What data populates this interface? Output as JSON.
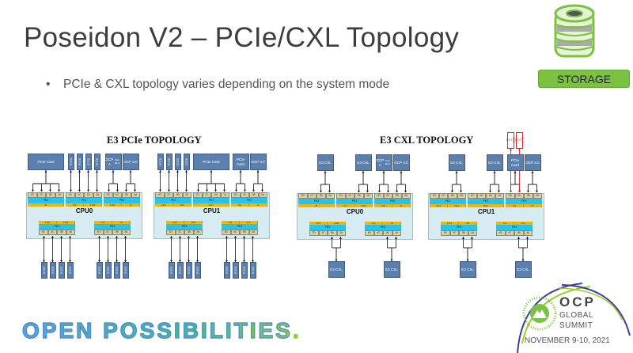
{
  "title": "Poseidon V2 – PCIe/CXL Topology",
  "bullet": "PCIe & CXL topology varies depending on the system mode",
  "badge": {
    "label": "STORAGE",
    "icon": "storage-cylinder-icon"
  },
  "footer": {
    "tagline": "OPEN POSSIBILITIES",
    "tagline_period": ".",
    "event": {
      "name": "OCP",
      "line2": "GLOBAL",
      "line3": "SUMMIT",
      "date": "NOVEMBER 9-10, 2021"
    }
  },
  "colors": {
    "device": "#5c80ad",
    "port": "#d8d1a8",
    "pe": "#26c3ee",
    "connector": "#f3b600",
    "cpu": "#d6ecf2",
    "accent": "#7cc242",
    "red": "#e0262a"
  },
  "diagrams": [
    {
      "title": "E3  PCIe TOPOLOGY",
      "panels": [
        {
          "cpu": "CPU0",
          "top": [
            {
              "pe": "PE2",
              "ports": [
                "2D",
                "2C",
                "2B",
                "2A"
              ],
              "conn": [
                "J6"
              ]
            },
            {
              "pe": "PE1",
              "ports": [
                "1D",
                "1C",
                "1B",
                "1A"
              ],
              "conn": [
                "J74",
                "J108"
              ]
            },
            {
              "pe": "PE0",
              "ports": [
                "0D",
                "0C",
                "0B",
                "0A"
              ],
              "conn": [
                "J152",
                "J1"
              ]
            }
          ],
          "bottom": [
            {
              "pe": "PE3",
              "ports": [
                "3D",
                "3C",
                "3B",
                "3A"
              ],
              "conn": [
                "J107",
                "J106"
              ]
            },
            {
              "pe": "PE4",
              "ports": [
                "4D",
                "4C",
                "4B",
                "4A"
              ],
              "conn": [
                "J10",
                "J9"
              ]
            }
          ],
          "top_devices": [
            {
              "label": "PCIe Card",
              "g": 0,
              "p": [
                0,
                1,
                2,
                3
              ]
            },
            {
              "label": "E3.S",
              "g": 1,
              "p": [
                0
              ]
            },
            {
              "label": "E3.S",
              "g": 1,
              "p": [
                1
              ]
            },
            {
              "label": "E3.S",
              "g": 1,
              "p": [
                2
              ]
            },
            {
              "label": "E3.S",
              "g": 1,
              "p": [
                3
              ]
            },
            {
              "label": "OCP A",
              "sub": "from MLS",
              "g": 2,
              "p": [
                0,
                1
              ]
            },
            {
              "label": "OCP 3.0",
              "g": 2,
              "p": [
                2,
                3
              ]
            }
          ],
          "bottom_devices": [
            {
              "label": "E3.S",
              "g": 0,
              "p": [
                0
              ]
            },
            {
              "label": "E3.S",
              "g": 0,
              "p": [
                1
              ]
            },
            {
              "label": "E3.S",
              "g": 0,
              "p": [
                2
              ]
            },
            {
              "label": "E3.S",
              "g": 0,
              "p": [
                3
              ]
            },
            {
              "label": "E3.S",
              "g": 1,
              "p": [
                0
              ]
            },
            {
              "label": "E3.S",
              "g": 1,
              "p": [
                1
              ]
            },
            {
              "label": "E3.S",
              "g": 1,
              "p": [
                2
              ]
            },
            {
              "label": "E3.S",
              "g": 1,
              "p": [
                3
              ]
            }
          ]
        },
        {
          "cpu": "CPU1",
          "top": [
            {
              "pe": "PE2",
              "ports": [
                "2D",
                "2C",
                "2B",
                "2A"
              ],
              "conn": [
                "J113",
                "J112"
              ]
            },
            {
              "pe": "PE1",
              "ports": [
                "1D",
                "1C",
                "1B",
                "1A"
              ],
              "conn": [
                "J101"
              ]
            },
            {
              "pe": "PE0",
              "ports": [
                "0D",
                "0C",
                "0B",
                "0A"
              ],
              "conn": [
                "J21",
                "J2"
              ]
            }
          ],
          "bottom": [
            {
              "pe": "PE3",
              "ports": [
                "3D",
                "3C",
                "3B",
                "3A"
              ],
              "conn": [
                "J151",
                "J82"
              ]
            },
            {
              "pe": "PE4",
              "ports": [
                "4D",
                "4C",
                "4B",
                "4A"
              ],
              "conn": [
                "J31",
                "J16"
              ]
            }
          ],
          "top_devices": [
            {
              "label": "E3.S",
              "g": 0,
              "p": [
                0
              ]
            },
            {
              "label": "E3.S",
              "g": 0,
              "p": [
                1
              ]
            },
            {
              "label": "E3.S",
              "g": 0,
              "p": [
                2
              ]
            },
            {
              "label": "E3.S",
              "g": 0,
              "p": [
                3
              ]
            },
            {
              "label": "PCIe Card",
              "g": 1,
              "p": [
                0,
                1,
                2,
                3
              ]
            },
            {
              "label": "PCIe Card",
              "g": 2,
              "p": [
                0,
                1
              ]
            },
            {
              "label": "OCP 3.0",
              "g": 2,
              "p": [
                2,
                3
              ]
            }
          ],
          "bottom_devices": [
            {
              "label": "E3.S",
              "g": 0,
              "p": [
                0
              ]
            },
            {
              "label": "E3.S",
              "g": 0,
              "p": [
                1
              ]
            },
            {
              "label": "E3.S",
              "g": 0,
              "p": [
                2
              ]
            },
            {
              "label": "E3.S",
              "g": 0,
              "p": [
                3
              ]
            },
            {
              "label": "E3.S",
              "g": 1,
              "p": [
                0
              ]
            },
            {
              "label": "E3.S",
              "g": 1,
              "p": [
                1
              ]
            },
            {
              "label": "E3.S",
              "g": 1,
              "p": [
                2
              ]
            },
            {
              "label": "E3.S",
              "g": 1,
              "p": [
                3
              ]
            }
          ]
        }
      ]
    },
    {
      "title": "E3  CXL TOPOLOGY",
      "panels": [
        {
          "cpu": "CPU0",
          "top": [
            {
              "pe": "PE2",
              "ports": [
                "2D",
                "2C",
                "2B",
                "2A"
              ],
              "conn": [
                "J6"
              ]
            },
            {
              "pe": "PE1",
              "ports": [
                "1D",
                "1C",
                "1B",
                "1A"
              ],
              "conn": [
                "J74",
                "J108"
              ]
            },
            {
              "pe": "PE0",
              "ports": [
                "0D",
                "0C",
                "0B",
                "0A"
              ],
              "conn": [
                "J152",
                "J1"
              ]
            }
          ],
          "bottom": [
            {
              "pe": "PE3",
              "ports": [
                "3D",
                "3C",
                "3B",
                "3A"
              ],
              "conn": [
                "J107",
                "J106"
              ]
            },
            {
              "pe": "PE4",
              "ports": [
                "4D",
                "4C",
                "4B",
                "4A"
              ],
              "conn": [
                "J10",
                "J9"
              ]
            }
          ],
          "top_devices": [
            {
              "label": "E3 CXL",
              "g": 0,
              "p": [
                2,
                3
              ]
            },
            {
              "label": "E3 CXL",
              "g": 1,
              "p": [
                2,
                3
              ]
            },
            {
              "label": "OCP A",
              "sub": "from MLS",
              "g": 2,
              "p": [
                0,
                1
              ]
            },
            {
              "label": "OCP 3.0",
              "g": 2,
              "p": [
                2,
                3
              ]
            }
          ],
          "bottom_devices": [
            {
              "label": "E3 CXL",
              "g": 0,
              "p": [
                2,
                3
              ]
            },
            {
              "label": "E3 CXL",
              "g": 1,
              "p": [
                2,
                3
              ]
            }
          ]
        },
        {
          "cpu": "CPU1",
          "top": [
            {
              "pe": "PE2",
              "ports": [
                "2D",
                "2C",
                "2B",
                "2A"
              ],
              "conn": [
                "J113",
                "J112"
              ]
            },
            {
              "pe": "PE1",
              "ports": [
                "1D",
                "1C",
                "1B",
                "1A"
              ],
              "conn": [
                "J101"
              ]
            },
            {
              "pe": "PE0",
              "ports": [
                "0D",
                "0C",
                "0B",
                "0A"
              ],
              "conn": [
                "J21",
                "J2"
              ]
            }
          ],
          "bottom": [
            {
              "pe": "PE3",
              "ports": [
                "3D",
                "3C",
                "3B",
                "3A"
              ],
              "conn": [
                "J151",
                "J82"
              ]
            },
            {
              "pe": "PE4",
              "ports": [
                "4D",
                "4C",
                "4B",
                "4A"
              ],
              "conn": [
                "J31",
                "J16"
              ]
            }
          ],
          "top_devices": [
            {
              "label": "E3 CXL",
              "g": 0,
              "p": [
                2,
                3
              ]
            },
            {
              "label": "E3 CXL",
              "g": 1,
              "p": [
                2,
                3
              ]
            },
            {
              "label": "PCIe Card",
              "g": 2,
              "p": [
                0,
                1
              ]
            },
            {
              "label": "OCP 3.0",
              "g": 2,
              "p": [
                2,
                3
              ]
            }
          ],
          "red_devices": [
            {
              "label": "E3.S",
              "sub": "1T x4",
              "g": 2,
              "p": [
                0
              ]
            },
            {
              "label": "E3.S",
              "sub": "1T x4",
              "g": 2,
              "p": [
                1
              ]
            }
          ],
          "bottom_devices": [
            {
              "label": "E3 CXL",
              "g": 0,
              "p": [
                2,
                3
              ]
            },
            {
              "label": "E3 CXL",
              "g": 1,
              "p": [
                2,
                3
              ]
            }
          ]
        }
      ]
    }
  ]
}
